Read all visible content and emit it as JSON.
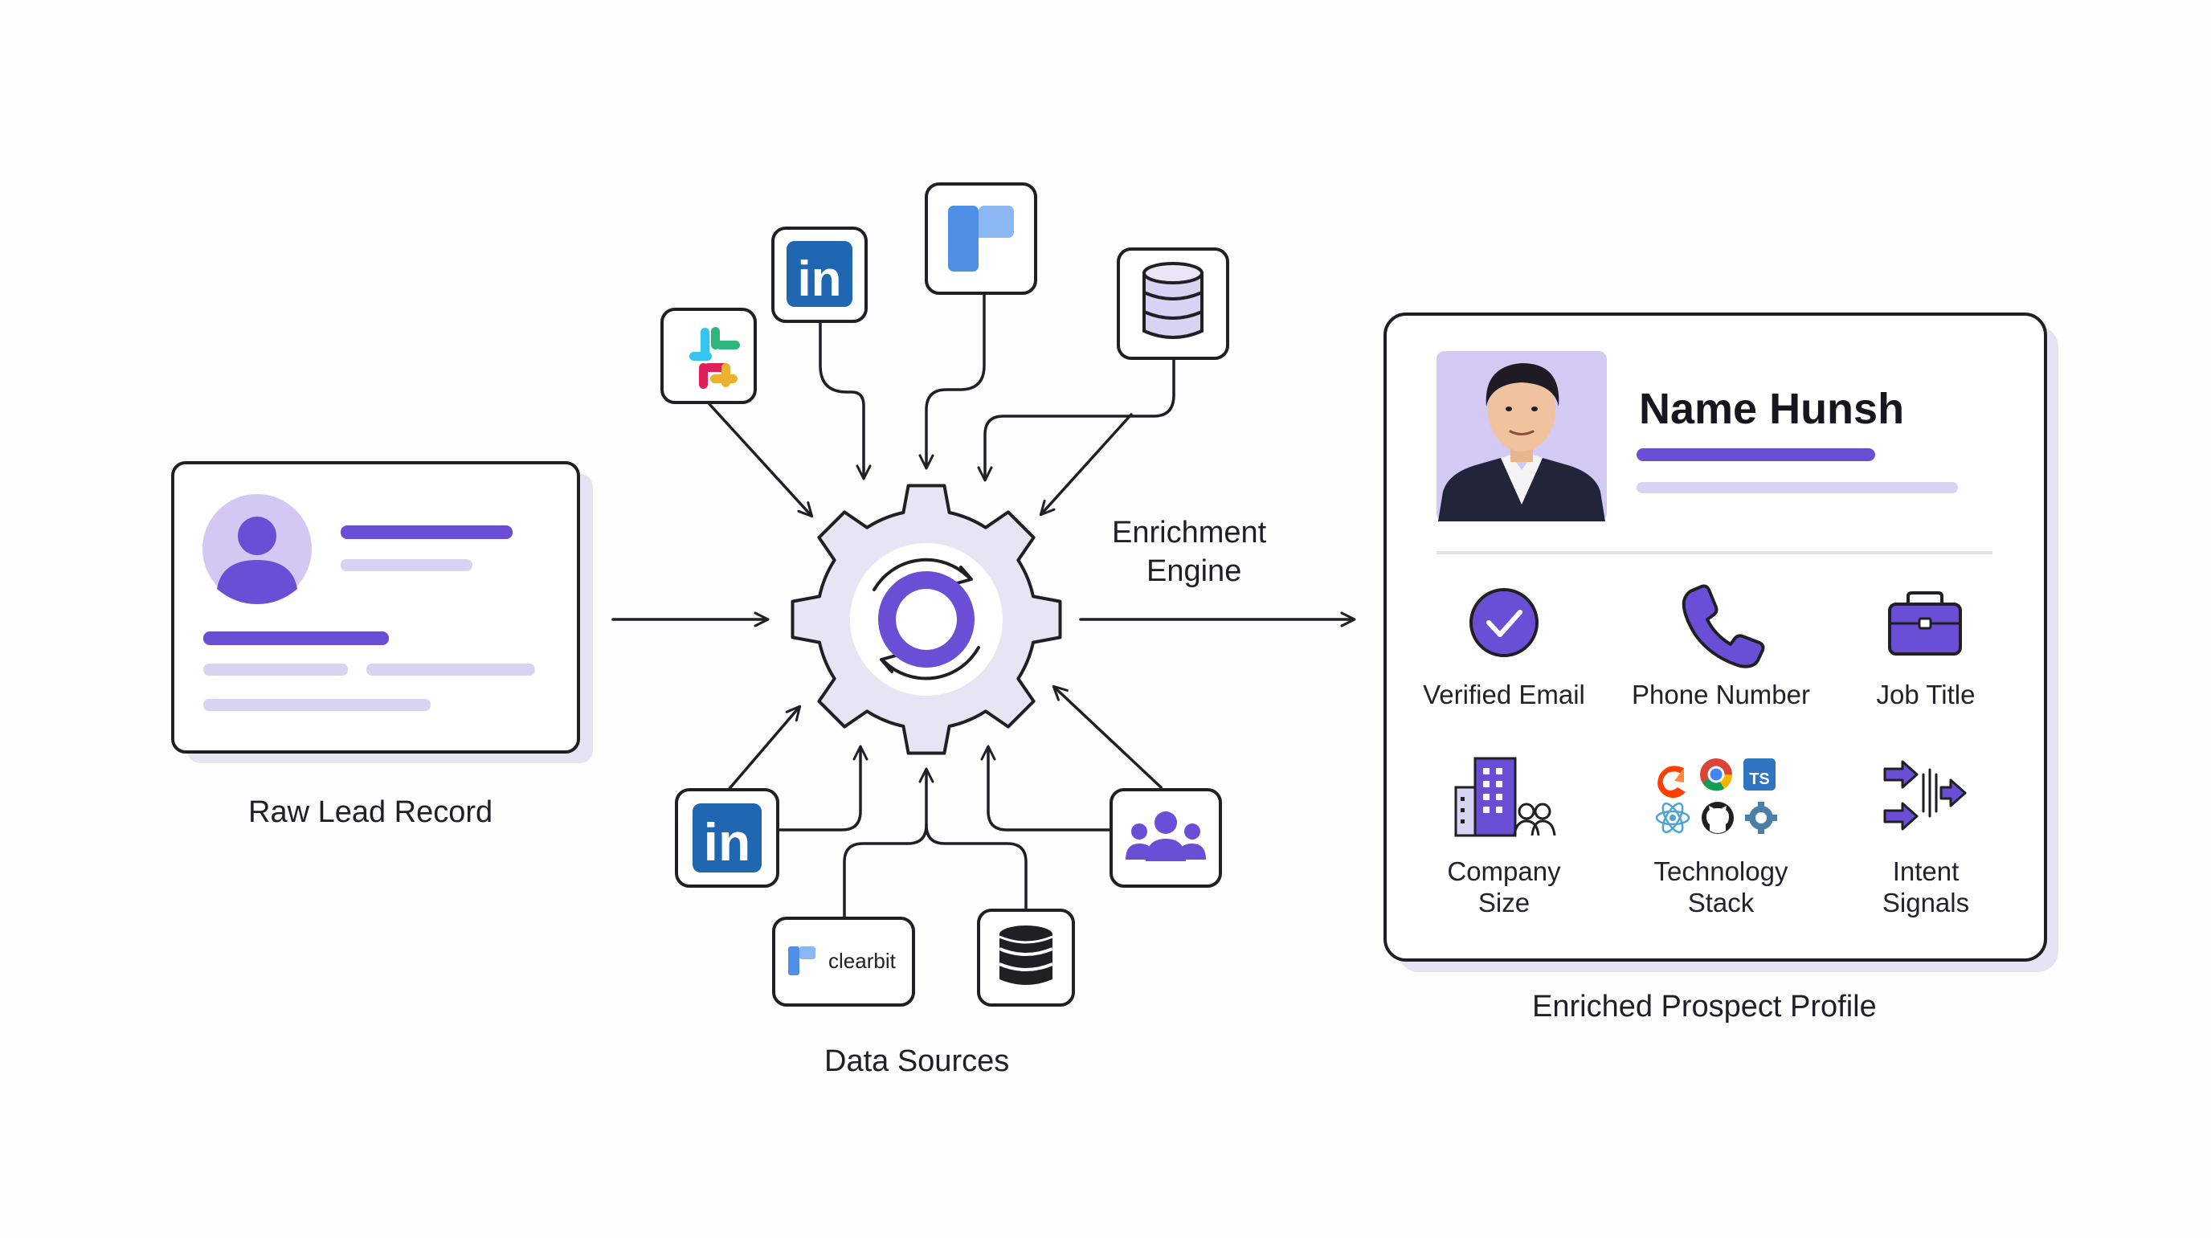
{
  "labels": {
    "raw_lead": "Raw Lead Record",
    "engine_line1": "Enrichment",
    "engine_line2": "Engine",
    "data_sources": "Data Sources",
    "enriched_profile": "Enriched Prospect Profile"
  },
  "profile": {
    "name": "Name Hunsh"
  },
  "attributes": [
    {
      "line1": "Verified Email",
      "line2": ""
    },
    {
      "line1": "Phone Number",
      "line2": ""
    },
    {
      "line1": "Job Title",
      "line2": ""
    },
    {
      "line1": "Company",
      "line2": "Size"
    },
    {
      "line1": "Technology",
      "line2": "Stack"
    },
    {
      "line1": "Intent",
      "line2": "Signals"
    }
  ],
  "sources": {
    "linkedin_text": "in",
    "clearbit_text": "clearbit",
    "ts_text": "TS"
  },
  "colors": {
    "accent": "#6a4fd6",
    "accent_light": "#d9d3f3",
    "gear_fill": "#e7e4f4",
    "linkedin": "#1f67b1",
    "stroke": "#1f1f24"
  }
}
